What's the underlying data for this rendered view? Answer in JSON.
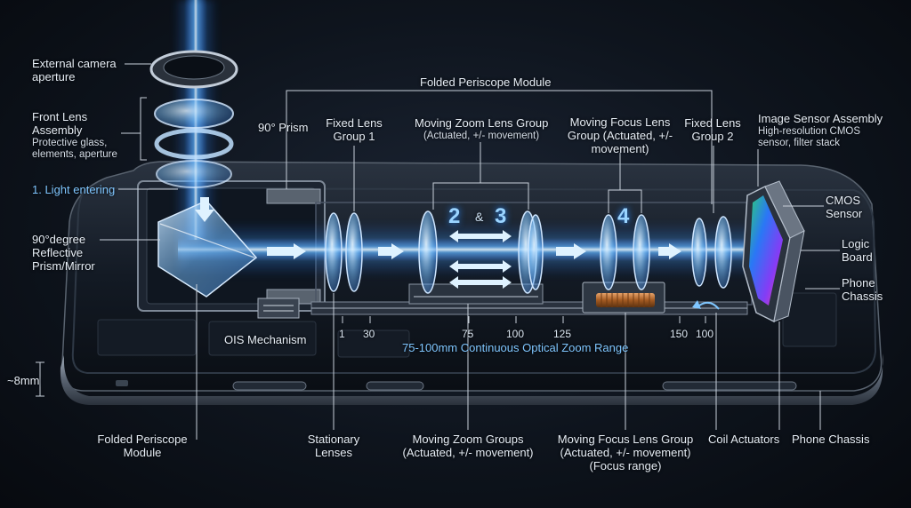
{
  "diagram": {
    "labels": {
      "external_aperture": "External camera\naperture",
      "front_lens_title": "Front Lens\nAssembly",
      "front_lens_sub": "Protective glass,\nelements, aperture",
      "light_entering": "1. Light entering",
      "prism_mirror": "90°degree\nReflective\nPrism/Mirror",
      "thickness": "~8mm",
      "module_top": "Folded Periscope Module",
      "prism_90": "90° Prism",
      "fixed_lens_1": "Fixed Lens\nGroup 1",
      "zoom_group_title": "Moving Zoom Lens Group",
      "zoom_group_sub": "(Actuated, +/- movement)",
      "focus_group": "Moving Focus Lens\nGroup (Actuated, +/-\nmovement)",
      "fixed_lens_2": "Fixed Lens\nGroup 2",
      "sensor_assembly_title": "Image Sensor Assembly",
      "sensor_assembly_sub": "High-resolution CMOS\nsensor, filter stack",
      "cmos_sensor": "CMOS\nSensor",
      "logic_board": "Logic\nBoard",
      "phone_chassis_right": "Phone\nChassis",
      "ois_mechanism": "OIS Mechanism",
      "zoom_range": "75-100mm Continuous Optical Zoom Range",
      "folded_module_bottom": "Folded Periscope\nModule",
      "stationary_lenses": "Stationary\nLenses",
      "moving_zoom_groups": "Moving Zoom Groups\n(Actuated, +/- movement)",
      "moving_focus_bottom": "Moving Focus Lens Group\n(Actuated, +/- movement)\n(Focus range)",
      "coil_actuators": "Coil Actuators",
      "phone_chassis_bottom": "Phone Chassis",
      "step_2": "2",
      "step_amp": "&",
      "step_3": "3",
      "step_4": "4"
    },
    "scale_ticks": [
      "1",
      "30",
      "75",
      "100",
      "125",
      "150",
      "100"
    ],
    "colors": {
      "beam": "#3aa0ff",
      "beam_core": "#d8efff",
      "label_line": "#c8d0da",
      "accent_text": "#7fc6ff",
      "copper": "#b87333"
    }
  }
}
